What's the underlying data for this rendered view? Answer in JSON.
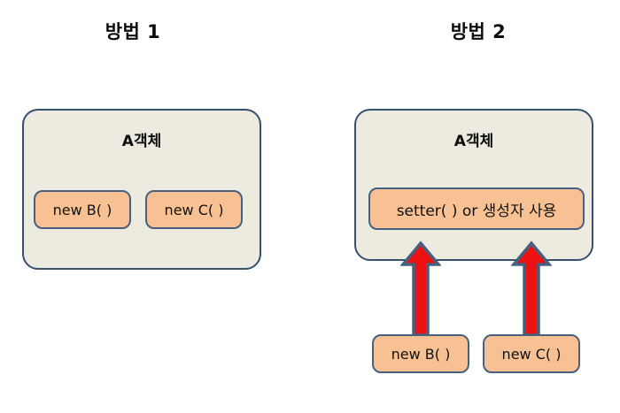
{
  "diagram": {
    "background_color": "#FFFFFF",
    "palette": {
      "container_fill": "#EDEAE0",
      "container_border": "#36506F",
      "chip_fill": "#F8C193",
      "chip_border": "#47607F",
      "arrow_fill": "#EE1111",
      "arrow_border": "#47607F",
      "text_color": "#111111"
    },
    "columns": [
      {
        "id": "method-1",
        "title": "방법 1",
        "object": {
          "label": "A객체",
          "chips": [
            {
              "id": "new-b",
              "label": "new B( )"
            },
            {
              "id": "new-c",
              "label": "new C( )"
            }
          ]
        },
        "external_chips": [],
        "arrows": []
      },
      {
        "id": "method-2",
        "title": "방법 2",
        "object": {
          "label": "A객체",
          "chips": [
            {
              "id": "setter",
              "label": "setter( ) or 생성자 사용"
            }
          ]
        },
        "external_chips": [
          {
            "id": "new-b",
            "label": "new B( )"
          },
          {
            "id": "new-c",
            "label": "new C( )"
          }
        ],
        "arrows": [
          {
            "id": "arrow-b",
            "direction": "up",
            "from": "new B( )",
            "to": "setter( ) or 생성자 사용"
          },
          {
            "id": "arrow-c",
            "direction": "up",
            "from": "new C( )",
            "to": "setter( ) or 생성자 사용"
          }
        ]
      }
    ]
  }
}
